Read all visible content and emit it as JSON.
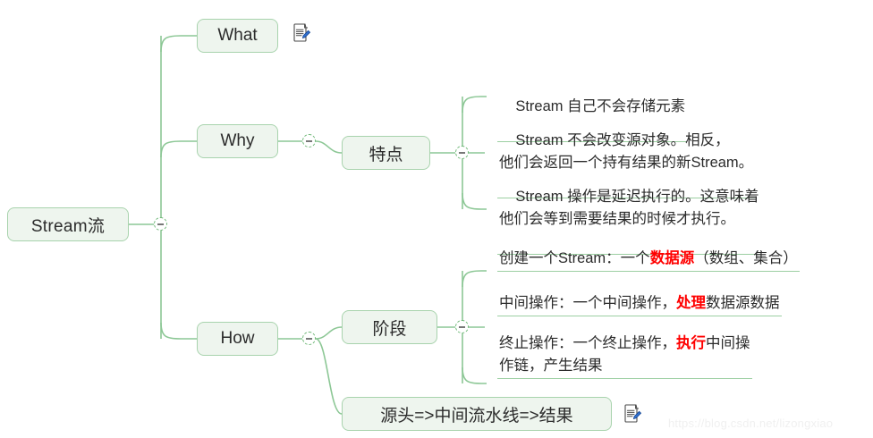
{
  "diagram": {
    "type": "mind-map",
    "background": "#ffffff",
    "node_fill": "#eef5ee",
    "node_border": "#a8d3ad",
    "edge_color": "#8cc795",
    "text_color": "#2b2b2b",
    "highlight_color": "#ff0000"
  },
  "root": {
    "label": "Stream流"
  },
  "branches": [
    {
      "label": "What",
      "has_note_icon": true
    },
    {
      "label": "Why",
      "child": {
        "label": "特点",
        "leaves": [
          {
            "text": "Stream 自己不会存储元素"
          },
          {
            "text": "Stream 不会改变源对象。相反，\n他们会返回一个持有结果的新Stream。"
          },
          {
            "text": "Stream 操作是延迟执行的。这意味着\n他们会等到需要结果的时候才执行。"
          }
        ]
      }
    },
    {
      "label": "How",
      "child": {
        "label": "阶段",
        "leaves": [
          {
            "segments": [
              {
                "text": "创建一个Stream：一个",
                "highlight": false
              },
              {
                "text": "数据源",
                "highlight": true
              },
              {
                "text": "（数组、集合）",
                "highlight": false
              }
            ]
          },
          {
            "segments": [
              {
                "text": "中间操作：一个中间操作，",
                "highlight": false
              },
              {
                "text": "处理",
                "highlight": true
              },
              {
                "text": "数据源数据",
                "highlight": false
              }
            ]
          },
          {
            "segments": [
              {
                "text": "终止操作：一个终止操作，",
                "highlight": false
              },
              {
                "text": "执行",
                "highlight": true
              },
              {
                "text": "中间操\n作链，产生结果",
                "highlight": false
              }
            ]
          }
        ]
      },
      "sibling": {
        "label": "源头=>中间流水线=>结果",
        "has_note_icon": true
      }
    }
  ],
  "toggles": {
    "symbol": "minus",
    "count": 4,
    "state": "expanded"
  },
  "watermark": {
    "text": "https://blog.csdn.net/lizongxiao"
  },
  "icons": {
    "note": "note-edit-icon",
    "collapse": "collapse-minus-icon"
  }
}
